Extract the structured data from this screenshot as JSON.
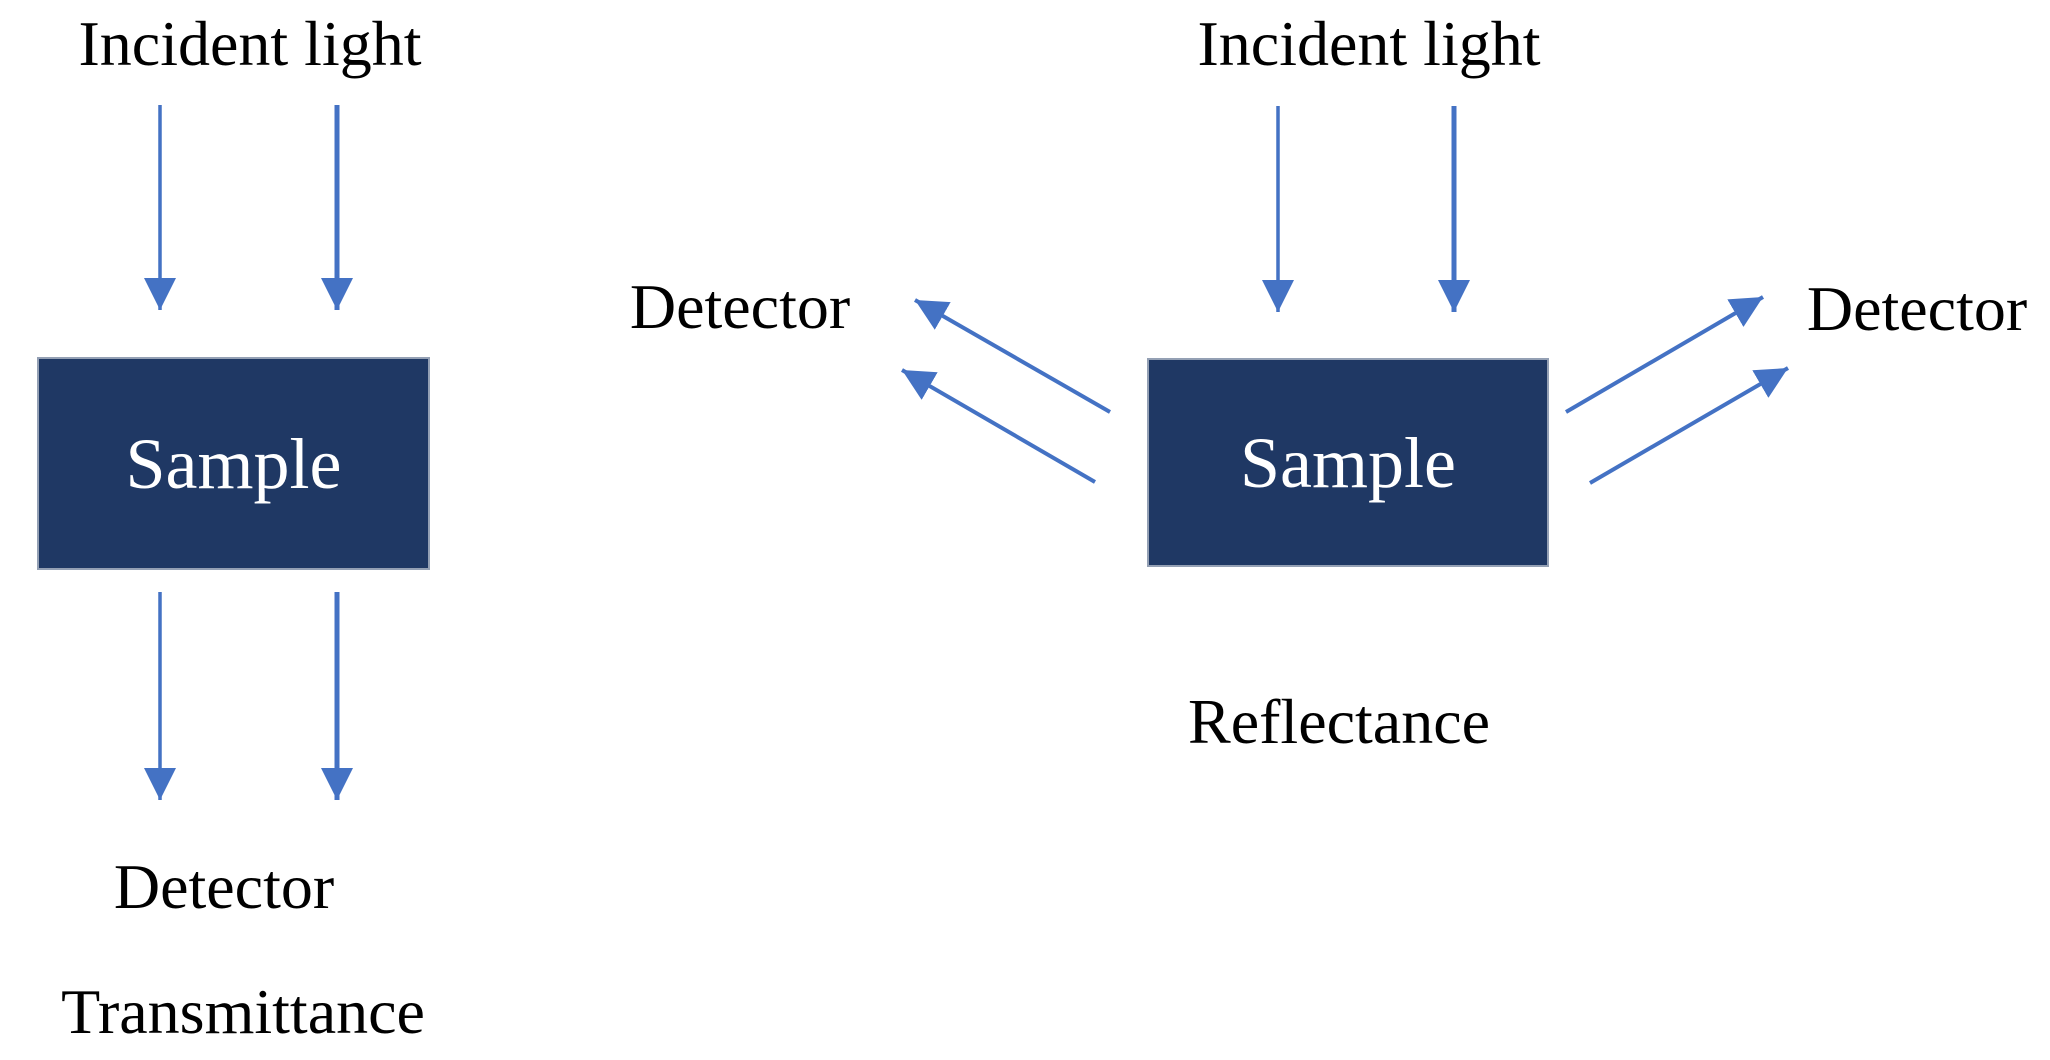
{
  "figure": {
    "colors": {
      "sample_fill": "#1f3864",
      "sample_border": "#94a0b4",
      "arrow_blue": "#4472c4",
      "label_color": "#000000",
      "sample_text_color": "#ffffff",
      "bg": "#ffffff"
    },
    "transmittance_diagram": {
      "incident_label": "Incident light",
      "sample_label": "Sample",
      "detector_label": "Detector",
      "mode_label": "Transmittance"
    },
    "reflectance_diagram": {
      "incident_label": "Incident light",
      "sample_label": "Sample",
      "detector_left_label": "Detector",
      "detector_right_label": "Detector",
      "mode_label": "Reflectance"
    }
  }
}
